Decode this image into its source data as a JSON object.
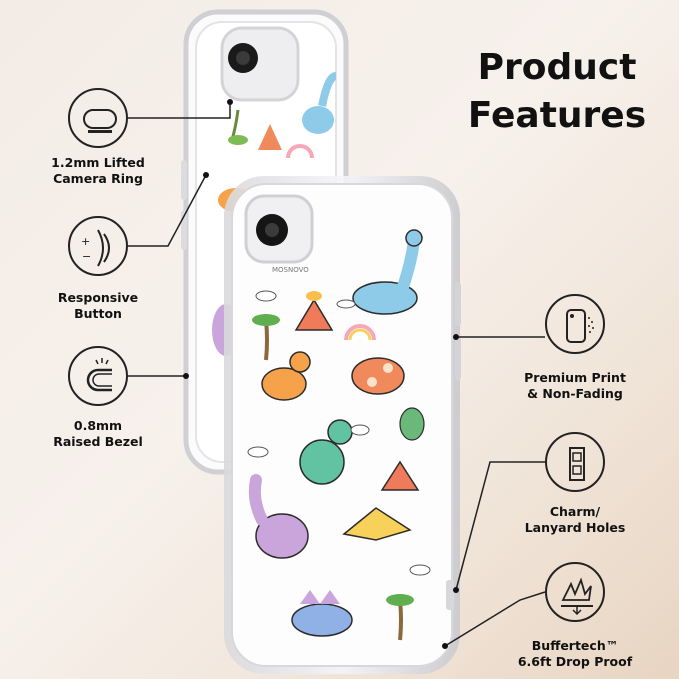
{
  "title": {
    "line1": "Product",
    "line2": "Features"
  },
  "features_left": [
    {
      "line1": "1.2mm Lifted",
      "line2": "Camera Ring",
      "icon": "camera-ring-icon"
    },
    {
      "line1": "Responsive",
      "line2": "Button",
      "icon": "button-press-icon"
    },
    {
      "line1": "0.8mm",
      "line2": "Raised Bezel",
      "icon": "bezel-icon"
    }
  ],
  "features_right": [
    {
      "line1": "Premium Print",
      "line2": "& Non-Fading",
      "icon": "phone-print-icon"
    },
    {
      "line1": "Charm/",
      "line2": "Lanyard Holes",
      "icon": "lanyard-hole-icon"
    },
    {
      "line1": "Buffertech™",
      "line2": "6.6ft Drop Proof",
      "icon": "drop-impact-icon"
    }
  ],
  "product": {
    "brand": "MOSNOVO",
    "pattern": "dinosaur-pattern"
  },
  "colors": {
    "text": "#111111",
    "line": "#222222",
    "background": "#f3ece6"
  }
}
